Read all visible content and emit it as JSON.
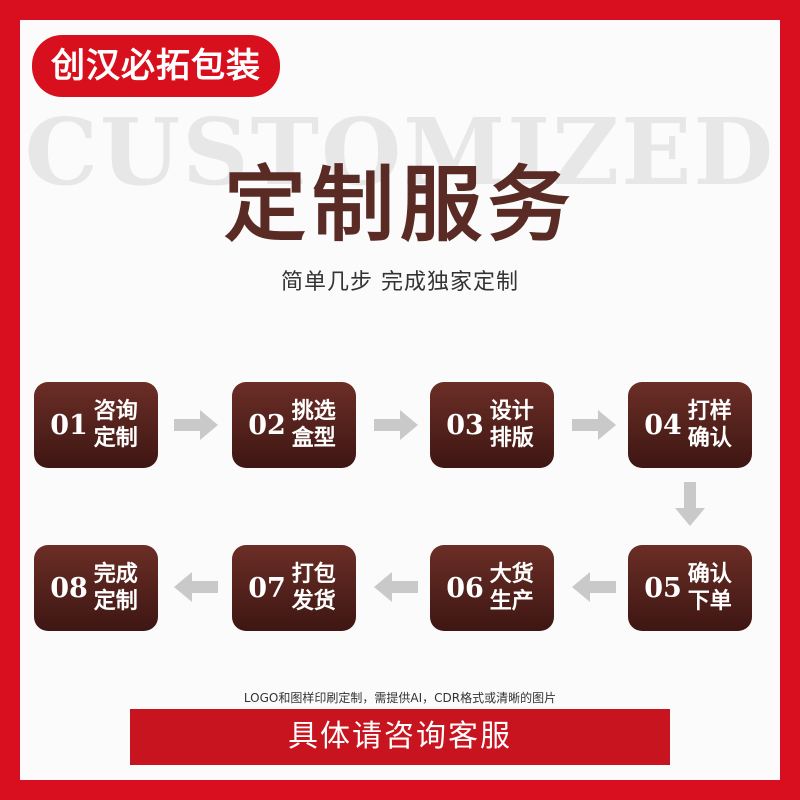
{
  "brand": {
    "label": "创汉必拓包装",
    "color": "#d8101e"
  },
  "watermark": "CUSTOMIZED",
  "title": "定制服务",
  "subtitle": "简单几步 完成独家定制",
  "steps": [
    {
      "num": "01",
      "label": "咨询定制"
    },
    {
      "num": "02",
      "label": "挑选盒型"
    },
    {
      "num": "03",
      "label": "设计排版"
    },
    {
      "num": "04",
      "label": "打样确认"
    },
    {
      "num": "05",
      "label": "确认下单"
    },
    {
      "num": "06",
      "label": "大货生产"
    },
    {
      "num": "07",
      "label": "打包发货"
    },
    {
      "num": "08",
      "label": "完成定制"
    }
  ],
  "note": "LOGO和图样印刷定制，需提供AI，CDR格式或清晰的图片",
  "footer": "具体请咨询客服",
  "colors": {
    "border": "#d90e1e",
    "step_box": "#5a2620",
    "arrow": "#c9c9c9"
  }
}
